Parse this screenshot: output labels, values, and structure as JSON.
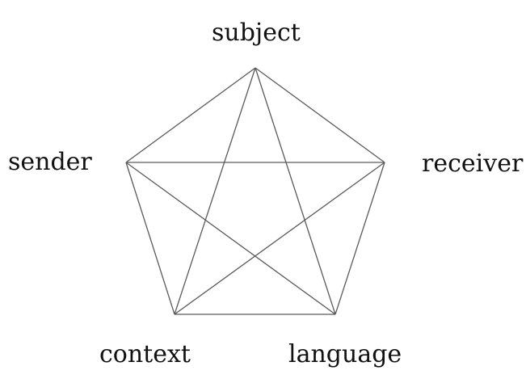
{
  "diagram": {
    "nodes": [
      {
        "id": "subject",
        "label": "subject"
      },
      {
        "id": "sender",
        "label": "sender"
      },
      {
        "id": "receiver",
        "label": "receiver"
      },
      {
        "id": "context",
        "label": "context"
      },
      {
        "id": "language",
        "label": "language"
      }
    ],
    "edges": [
      [
        "subject",
        "receiver"
      ],
      [
        "receiver",
        "language"
      ],
      [
        "language",
        "context"
      ],
      [
        "context",
        "sender"
      ],
      [
        "sender",
        "subject"
      ],
      [
        "subject",
        "context"
      ],
      [
        "subject",
        "language"
      ],
      [
        "sender",
        "receiver"
      ],
      [
        "sender",
        "language"
      ],
      [
        "receiver",
        "context"
      ]
    ],
    "line_color": "#5a5a5a",
    "text_color": "#111111"
  }
}
